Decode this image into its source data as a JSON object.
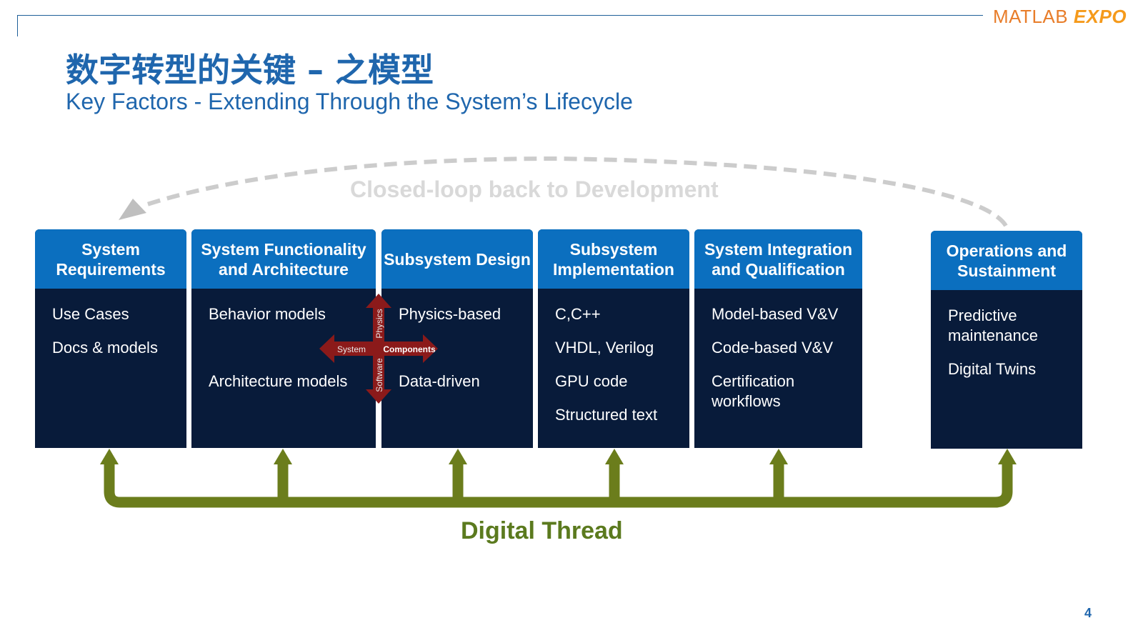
{
  "header": {
    "logo_part1": "MATLAB",
    "logo_part2": "EXPO",
    "title_zh": "数字转型的关键 – 之模型",
    "title_en": "Key Factors - Extending Through the System’s Lifecycle"
  },
  "loop": {
    "label": "Closed-loop back to Development"
  },
  "stages": [
    {
      "title": "System Requirements",
      "items": [
        "Use Cases",
        "Docs & models"
      ]
    },
    {
      "title": "System Functionality and Architecture",
      "items": [
        "Behavior models",
        "Architecture models"
      ]
    },
    {
      "title": "Subsystem Design",
      "items": [
        "Physics-based",
        "Data-driven"
      ]
    },
    {
      "title": "Subsystem Implementation",
      "items": [
        "C,C++",
        "VHDL, Verilog",
        "GPU code",
        "Structured text"
      ]
    },
    {
      "title": "System Integration and Qualification",
      "items": [
        "Model-based V&V",
        "Code-based V&V",
        "Certification workflows"
      ]
    },
    {
      "title": "Operations and Sustainment",
      "items": [
        "Predictive maintenance",
        "Digital Twins"
      ]
    }
  ],
  "cross": {
    "up": "Physics",
    "left": "System",
    "right": "Components",
    "down": "Software"
  },
  "thread": {
    "label": "Digital Thread"
  },
  "colors": {
    "header_blue": "#0b6fbf",
    "body_navy": "#081b3a",
    "thread_green": "#6b7d1c",
    "cross_red": "#8b1a1a"
  },
  "page_number": "4"
}
